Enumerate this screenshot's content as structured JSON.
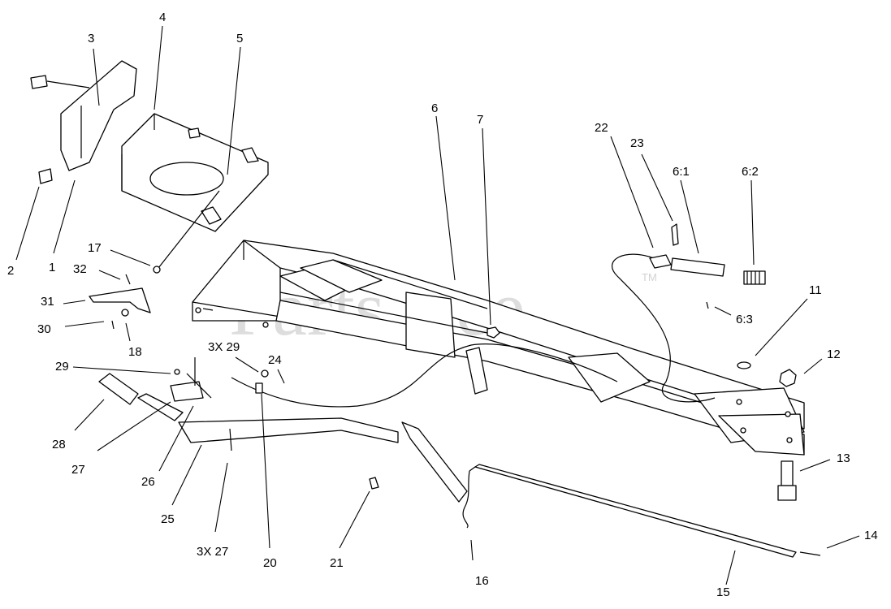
{
  "watermark": {
    "text": "PartsTree",
    "mark": "TM"
  },
  "callouts": {
    "c1": "1",
    "c2": "2",
    "c3": "3",
    "c4": "4",
    "c5": "5",
    "c6": "6",
    "c7": "7",
    "c6_1": "6:1",
    "c6_2": "6:2",
    "c6_3": "6:3",
    "c11": "11",
    "c12": "12",
    "c13": "13",
    "c14": "14",
    "c15": "15",
    "c16": "16",
    "c17": "17",
    "c18": "18",
    "c20": "20",
    "c21": "21",
    "c22": "22",
    "c23": "23",
    "c24": "24",
    "c25": "25",
    "c26": "26",
    "c27": "27",
    "c28": "28",
    "c29": "29",
    "c30": "30",
    "c31": "31",
    "c32": "32",
    "c3x29": "3X 29",
    "c3x27": "3X 27"
  }
}
